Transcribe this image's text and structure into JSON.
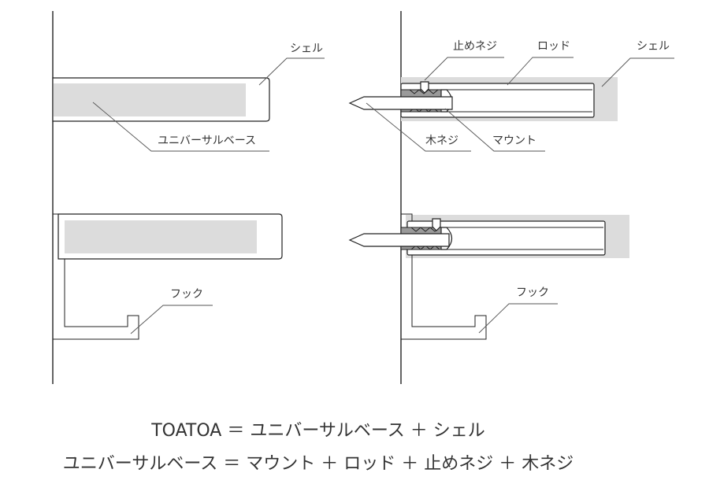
{
  "labels": {
    "shell": "シェル",
    "universal_base": "ユニバーサルベース",
    "set_screw": "止めネジ",
    "rod": "ロッド",
    "wood_screw": "木ネジ",
    "mount": "マウント",
    "hook": "フック"
  },
  "formulas": {
    "line1": "TOATOA ＝ ユニバーサルベース ＋ シェル",
    "line2": "ユニバーサルベース ＝ マウント ＋ ロッド ＋ 止めネジ ＋ 木ネジ"
  },
  "colors": {
    "line": "#222222",
    "fill_gray": "#dcdcdc",
    "text": "#333333"
  }
}
